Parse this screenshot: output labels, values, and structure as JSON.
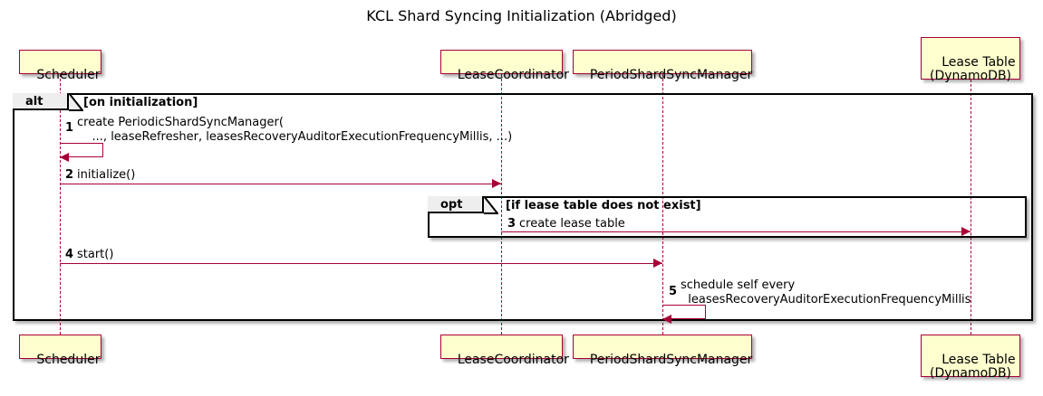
{
  "diagram": {
    "title": "KCL Shard Syncing Initialization (Abridged)",
    "type": "sequence-diagram",
    "colors": {
      "participant_fill": "#FEFECE",
      "participant_border": "#A80036",
      "lifeline": "#A80036",
      "arrow": "#A80036",
      "fragment_border": "#000000",
      "fragment_tab_fill": "#EEEEEE",
      "background": "#FFFFFF"
    }
  },
  "participants": [
    {
      "id": "scheduler",
      "label": "Scheduler"
    },
    {
      "id": "lease-coordinator",
      "label": "LeaseCoordinator"
    },
    {
      "id": "period-shard-sync-manager",
      "label": "PeriodShardSyncManager"
    },
    {
      "id": "lease-table",
      "label": "Lease Table\n(DynamoDB)"
    }
  ],
  "fragments": [
    {
      "id": "alt",
      "operator": "alt",
      "guard": "[on initialization]"
    },
    {
      "id": "opt",
      "operator": "opt",
      "guard": "[if lease table does not exist]"
    }
  ],
  "messages": [
    {
      "seq": "1",
      "from": "scheduler",
      "to": "scheduler",
      "kind": "self",
      "text": "create PeriodicShardSyncManager(\n    ..., leaseRefresher, leasesRecoveryAuditorExecutionFrequencyMillis, ...)"
    },
    {
      "seq": "2",
      "from": "scheduler",
      "to": "lease-coordinator",
      "kind": "sync",
      "text": "initialize()"
    },
    {
      "seq": "3",
      "from": "lease-coordinator",
      "to": "lease-table",
      "kind": "sync",
      "text": "create lease table"
    },
    {
      "seq": "4",
      "from": "scheduler",
      "to": "period-shard-sync-manager",
      "kind": "sync",
      "text": "start()"
    },
    {
      "seq": "5",
      "from": "period-shard-sync-manager",
      "to": "period-shard-sync-manager",
      "kind": "self",
      "text": "schedule self every\n  leasesRecoveryAuditorExecutionFrequencyMillis"
    }
  ]
}
